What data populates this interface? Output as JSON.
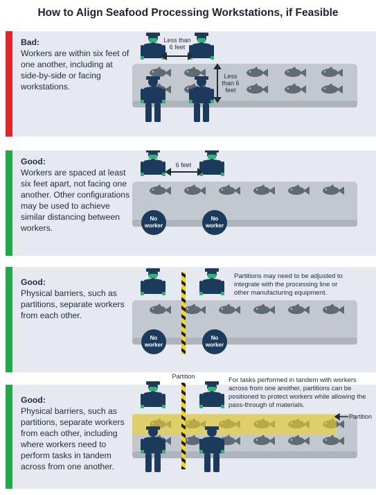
{
  "title": "How to Align Seafood Processing Workstations, if Feasible",
  "colors": {
    "bad": "#e1262b",
    "good": "#23a84b",
    "navy": "#1b3a5c",
    "mask": "#2bb673",
    "belt": "#c3c8cf",
    "fish": "#5e6b74",
    "barrier": "#f2d32a"
  },
  "panels": [
    {
      "heading": "Bad:",
      "body": "Workers are within six feet of one another, including at side-by-side or facing workstations.",
      "label_top": "Less than 6 feet",
      "label_side": "Less than 6 feet"
    },
    {
      "heading": "Good:",
      "body": "Workers are spaced at least six feet apart, not facing one another. Other configurations may be used to achieve similar distancing between workers.",
      "label_top": "6 feet",
      "no_worker": "No worker"
    },
    {
      "heading": "Good:",
      "body": "Physical barriers, such as partitions, separate workers from each other.",
      "note": "Partitions may need to be adjusted to integrate with the processing line or other manufacturing equipment.",
      "no_worker": "No worker"
    },
    {
      "heading": "Good:",
      "body": "Physical barriers, such as partitions, separate workers from each other, including where workers need to perform tasks in tandem across from one another.",
      "note": "For tasks performed in tandem with workers across from one another, partitions can be positioned to protect workers while allowing the pass-through of materials.",
      "partition_label": "Partition"
    }
  ]
}
